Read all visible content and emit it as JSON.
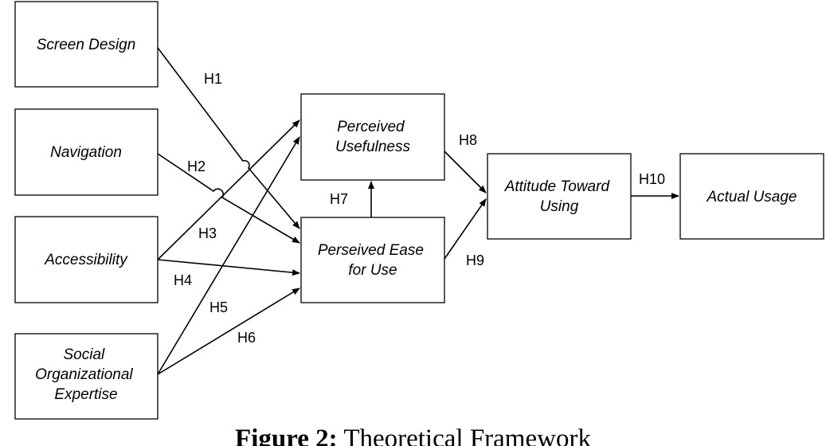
{
  "boxes": {
    "screen_design": [
      "Screen Design"
    ],
    "navigation": [
      "Navigation"
    ],
    "accessibility": [
      "Accessibility"
    ],
    "social_org": [
      "Social",
      "Organizational",
      "Expertise"
    ],
    "perceived_usefulness": [
      "Perceived",
      "Usefulness"
    ],
    "perceived_ease": [
      "Perseived Ease",
      "for Use"
    ],
    "attitude": [
      "Attitude Toward",
      "Using"
    ],
    "actual_usage": [
      "Actual Usage"
    ]
  },
  "hypotheses": {
    "h1": "H1",
    "h2": "H2",
    "h3": "H3",
    "h4": "H4",
    "h5": "H5",
    "h6": "H6",
    "h7": "H7",
    "h8": "H8",
    "h9": "H9",
    "h10": "H10"
  },
  "caption": {
    "prefix": "Figure 2:",
    "text": " Theoretical Framework"
  }
}
